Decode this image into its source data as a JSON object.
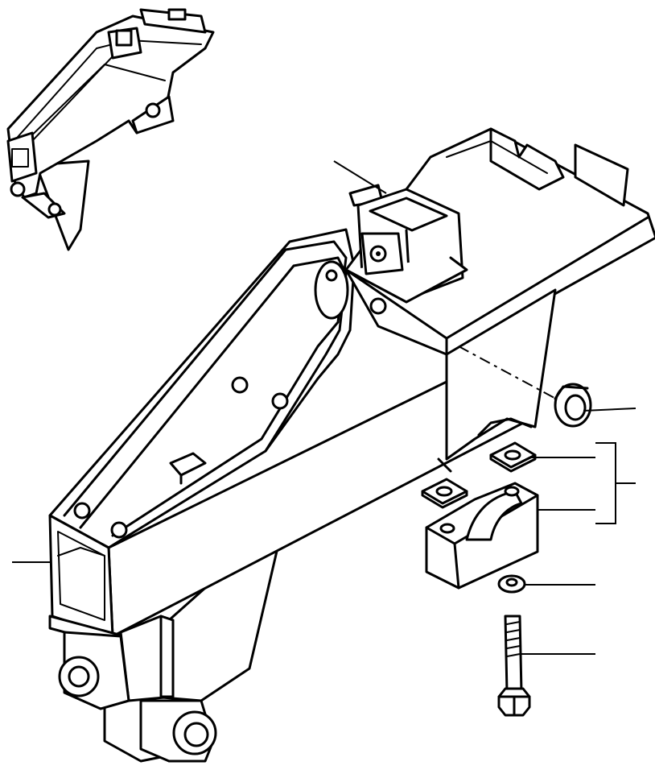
{
  "diagram": {
    "callouts": [
      {
        "id": "top-bracket"
      },
      {
        "id": "bushing"
      },
      {
        "id": "shim-upper"
      },
      {
        "id": "cap-assembly"
      },
      {
        "id": "cap"
      },
      {
        "id": "washer"
      },
      {
        "id": "bolt"
      },
      {
        "id": "frame-end"
      }
    ],
    "stroke_color": "#000000",
    "background_color": "#ffffff"
  }
}
